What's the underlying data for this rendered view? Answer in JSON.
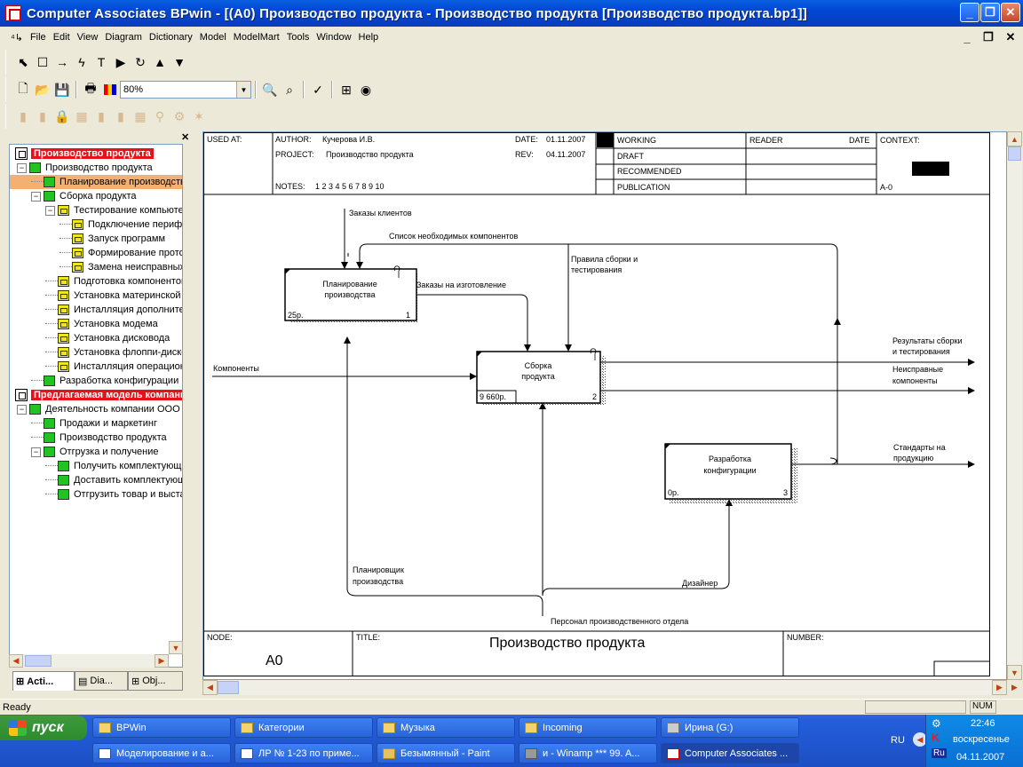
{
  "window": {
    "title": "Computer Associates BPwin - [(A0) Производство продукта - Производство продукта  [Производство продукта.bp1]]"
  },
  "menu": [
    "File",
    "Edit",
    "View",
    "Diagram",
    "Dictionary",
    "Model",
    "ModelMart",
    "Tools",
    "Window",
    "Help"
  ],
  "toolbar": {
    "zoom": "80%"
  },
  "tree": {
    "items": [
      {
        "label": "Производство продукта",
        "level": 0,
        "kind": "root"
      },
      {
        "label": "Производство продукта",
        "level": 1,
        "kind": "g"
      },
      {
        "label": "Планирование производства",
        "level": 2,
        "kind": "g",
        "selected": true
      },
      {
        "label": "Сборка продукта",
        "level": 2,
        "kind": "g"
      },
      {
        "label": "Тестирование компьютера",
        "level": 3,
        "kind": "y"
      },
      {
        "label": "Подключение периферии",
        "level": 4,
        "kind": "y"
      },
      {
        "label": "Запуск программ",
        "level": 4,
        "kind": "y"
      },
      {
        "label": "Формирование протокола",
        "level": 4,
        "kind": "y"
      },
      {
        "label": "Замена неисправных",
        "level": 4,
        "kind": "y"
      },
      {
        "label": "Подготовка компонентов",
        "level": 3,
        "kind": "y"
      },
      {
        "label": "Установка материнской",
        "level": 3,
        "kind": "y"
      },
      {
        "label": "Инсталляция дополнительных",
        "level": 3,
        "kind": "y"
      },
      {
        "label": "Установка модема",
        "level": 3,
        "kind": "y"
      },
      {
        "label": "Установка дисковода",
        "level": 3,
        "kind": "y"
      },
      {
        "label": "Установка флоппи-дисковода",
        "level": 3,
        "kind": "y"
      },
      {
        "label": "Инсталляция операционной",
        "level": 3,
        "kind": "y"
      },
      {
        "label": "Разработка конфигурации",
        "level": 2,
        "kind": "g"
      },
      {
        "label": "Предлагаемая модель компании",
        "level": 0,
        "kind": "root"
      },
      {
        "label": "Деятельность компании ООО",
        "level": 1,
        "kind": "g"
      },
      {
        "label": "Продажи и маркетинг",
        "level": 2,
        "kind": "g"
      },
      {
        "label": "Производство продукта",
        "level": 2,
        "kind": "g"
      },
      {
        "label": "Отгрузка и получение",
        "level": 2,
        "kind": "g"
      },
      {
        "label": "Получить комплектующие",
        "level": 3,
        "kind": "g"
      },
      {
        "label": "Доставить комплектующие",
        "level": 3,
        "kind": "g"
      },
      {
        "label": "Отгрузить товар и выставить",
        "level": 3,
        "kind": "g"
      }
    ],
    "tabs": [
      "Acti...",
      "Dia...",
      "Obj..."
    ]
  },
  "header": {
    "used_at": "USED AT:",
    "author_label": "AUTHOR:",
    "author": "Кучерова И.В.",
    "project_label": "PROJECT:",
    "project": "Производство продукта",
    "date_label": "DATE:",
    "date": "01.11.2007",
    "rev_label": "REV:",
    "rev": "04.11.2007",
    "notes_label": "NOTES:",
    "notes": "1  2  3  4  5  6  7  8  9  10",
    "status": [
      "WORKING",
      "DRAFT",
      "RECOMMENDED",
      "PUBLICATION"
    ],
    "reader": "READER",
    "date2": "DATE",
    "context": "CONTEXT:",
    "context_node": "A-0"
  },
  "footer": {
    "node_label": "NODE:",
    "node": "A0",
    "title_label": "TITLE:",
    "title": "Производство продукта",
    "number_label": "NUMBER:"
  },
  "boxes": [
    {
      "name": "Планирование производства",
      "lines": [
        "Планирование",
        "производства"
      ],
      "cost": "25р.",
      "num": "1"
    },
    {
      "name": "Сборка продукта",
      "lines": [
        "Сборка",
        "продукта"
      ],
      "cost": "9 660р.",
      "num": "2"
    },
    {
      "name": "Разработка конфигурации",
      "lines": [
        "Разработка",
        "конфигурации"
      ],
      "cost": "0р.",
      "num": "3"
    }
  ],
  "arrows": {
    "orders_clients": "Заказы клиентов",
    "components_list": "Список необходимых компонентов",
    "rules": [
      "Правила сборки и",
      "тестирования"
    ],
    "manufacture_orders": "Заказы на изготовление",
    "components": "Компоненты",
    "results": [
      "Результаты сборки",
      "и тестирования"
    ],
    "faulty": [
      "Неисправные",
      "компоненты"
    ],
    "standards": [
      "Стандарты на",
      "продукцию"
    ],
    "planner": [
      "Планировщик",
      "производства"
    ],
    "designer": "Дизайнер",
    "staff": "Персонал производственного отдела"
  },
  "status": {
    "text": "Ready",
    "num": "NUM"
  },
  "taskbar": {
    "start": "пуск",
    "row1": [
      "BPWin",
      "Категории",
      "Музыка",
      "Incoming",
      "Ирина (G:)"
    ],
    "row2": [
      "Моделирование и а...",
      "ЛР № 1-23 по приме...",
      "Безымянный - Paint",
      "и - Winamp *** 99. A...",
      "Computer Associates ..."
    ],
    "lang": "RU",
    "time": "22:46",
    "day": "воскресенье",
    "date": "04.11.2007",
    "ru_badge": "Ru"
  }
}
